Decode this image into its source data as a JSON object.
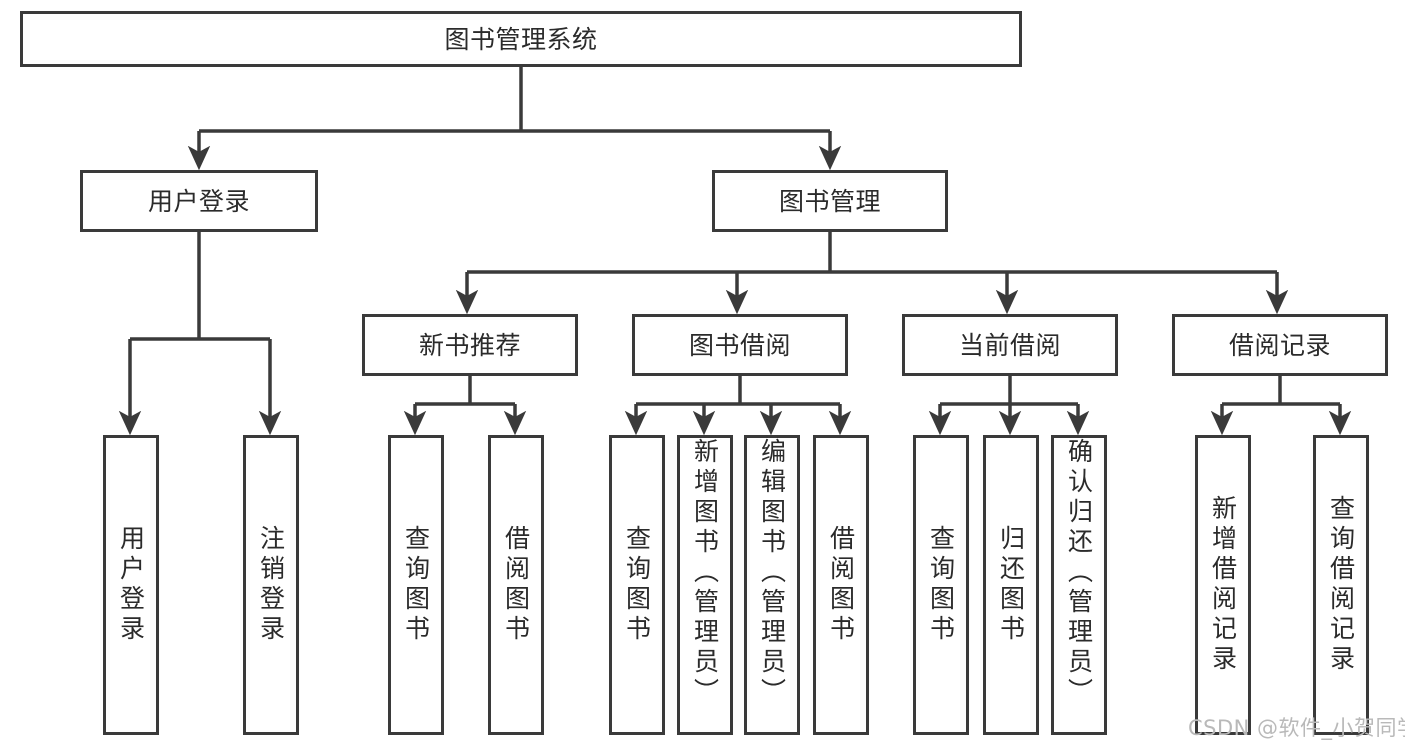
{
  "diagram": {
    "type": "tree-hierarchy",
    "title": "图书管理系统",
    "watermark": "CSDN @软件_小贺同学",
    "colors": {
      "box_border": "#3a3a3a",
      "box_fill": "#ffffff",
      "edge": "#3a3a3a",
      "text": "#2b2b2b",
      "watermark": "#b9b9b9",
      "background": "#ffffff"
    },
    "nodes": {
      "root": {
        "label": "图书管理系统",
        "level": 1,
        "orientation": "horizontal"
      },
      "l2": [
        {
          "id": "user-login",
          "label": "用户登录",
          "orientation": "horizontal"
        },
        {
          "id": "book-manage",
          "label": "图书管理",
          "orientation": "horizontal"
        }
      ],
      "l3": [
        {
          "id": "new-book-recommend",
          "label": "新书推荐",
          "orientation": "horizontal"
        },
        {
          "id": "book-borrow",
          "label": "图书借阅",
          "orientation": "horizontal"
        },
        {
          "id": "current-borrow",
          "label": "当前借阅",
          "orientation": "horizontal"
        },
        {
          "id": "borrow-record",
          "label": "借阅记录",
          "orientation": "horizontal"
        }
      ],
      "leaves": [
        {
          "id": "leaf-user-login",
          "label": "用户登录",
          "parent": "user-login",
          "orientation": "vertical"
        },
        {
          "id": "leaf-logout-login",
          "label": "注销登录",
          "parent": "user-login",
          "orientation": "vertical"
        },
        {
          "id": "leaf-query-book-1",
          "label": "查询图书",
          "parent": "new-book-recommend",
          "orientation": "vertical"
        },
        {
          "id": "leaf-borrow-book-1",
          "label": "借阅图书",
          "parent": "new-book-recommend",
          "orientation": "vertical"
        },
        {
          "id": "leaf-query-book-2",
          "label": "查询图书",
          "parent": "book-borrow",
          "orientation": "vertical"
        },
        {
          "id": "leaf-add-book",
          "label": "新增图书（管理员）",
          "parent": "book-borrow",
          "orientation": "vertical"
        },
        {
          "id": "leaf-edit-book",
          "label": "编辑图书（管理员）",
          "parent": "book-borrow",
          "orientation": "vertical"
        },
        {
          "id": "leaf-borrow-book-2",
          "label": "借阅图书",
          "parent": "book-borrow",
          "orientation": "vertical"
        },
        {
          "id": "leaf-query-book-3",
          "label": "查询图书",
          "parent": "current-borrow",
          "orientation": "vertical"
        },
        {
          "id": "leaf-return-book",
          "label": "归还图书",
          "parent": "current-borrow",
          "orientation": "vertical"
        },
        {
          "id": "leaf-confirm-return",
          "label": "确认归还（管理员）",
          "parent": "current-borrow",
          "orientation": "vertical"
        },
        {
          "id": "leaf-add-record",
          "label": "新增借阅记录",
          "parent": "borrow-record",
          "orientation": "vertical"
        },
        {
          "id": "leaf-query-record",
          "label": "查询借阅记录",
          "parent": "borrow-record",
          "orientation": "vertical"
        }
      ]
    }
  }
}
